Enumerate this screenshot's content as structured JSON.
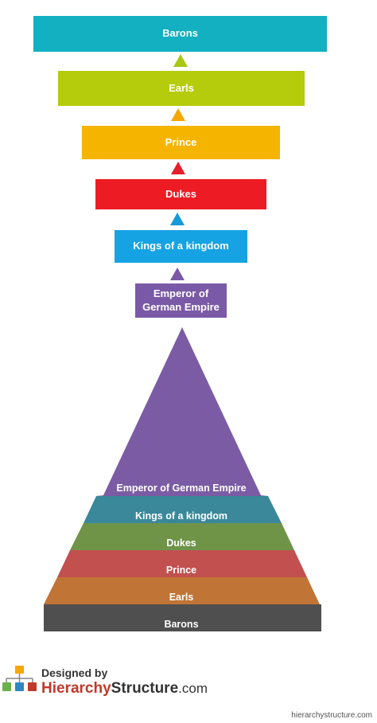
{
  "hierarchy": [
    {
      "label": "Barons",
      "color": "#12b0c0"
    },
    {
      "label": "Earls",
      "color": "#b5cc0c"
    },
    {
      "label": "Prince",
      "color": "#f5b400"
    },
    {
      "label": "Dukes",
      "color": "#ed1c24"
    },
    {
      "label": "Kings of a kingdom",
      "color": "#16a3e4"
    },
    {
      "label_line1": "Emperor of",
      "label_line2": "German Empire",
      "color": "#7a5aa6"
    }
  ],
  "arrows": [
    {
      "color": "#a8c812"
    },
    {
      "color": "#f5a800"
    },
    {
      "color": "#e41e2b"
    },
    {
      "color": "#169ad8"
    },
    {
      "color": "#7a5aa6"
    }
  ],
  "pyramid": {
    "apex_color": "#7b5ca4",
    "layers": [
      {
        "label": "Emperor of German Empire",
        "color": "#7b5ca4"
      },
      {
        "label": "Kings of a kingdom",
        "color": "#3a8899"
      },
      {
        "label": "Dukes",
        "color": "#6f9448"
      },
      {
        "label": "Prince",
        "color": "#c2504f"
      },
      {
        "label": "Earls",
        "color": "#c07436"
      },
      {
        "label": "Barons",
        "color": "#4f4f4f"
      }
    ]
  },
  "brand": {
    "designed_by": "Designed by",
    "name_part1": "Hierarchy",
    "name_part2": "Structure",
    "name_part3": ".com",
    "logo_colors": [
      "#f5a800",
      "#6ab04c",
      "#2e86c1",
      "#c0392b"
    ]
  },
  "watermark": "hierarchystructure.com"
}
